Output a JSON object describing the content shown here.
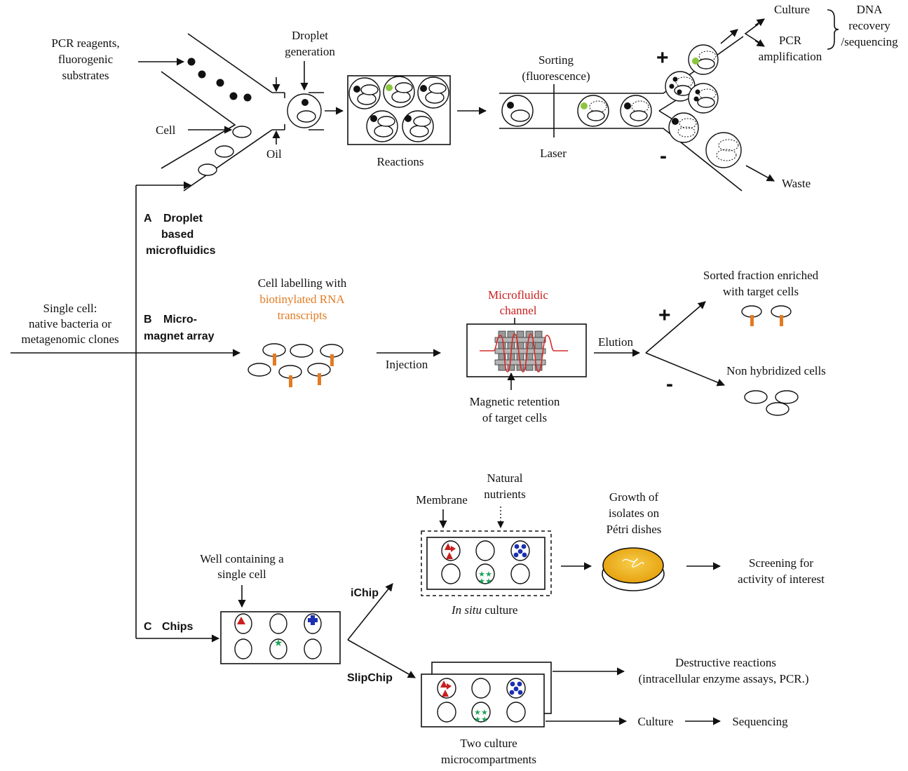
{
  "left": {
    "single_cell": [
      "Single cell:",
      "native bacteria or",
      "metagenomic clones"
    ]
  },
  "section_a": {
    "letter": "A",
    "title": [
      "Droplet",
      "based",
      "microfluidics"
    ],
    "pcr_reagents": [
      "PCR reagents,",
      "fluorogenic",
      "substrates"
    ],
    "droplet_generation": [
      "Droplet",
      "generation"
    ],
    "cell": "Cell",
    "oil": "Oil",
    "reactions": "Reactions",
    "sorting": [
      "Sorting",
      "(fluorescence)"
    ],
    "laser": "Laser",
    "plus": "+",
    "minus": "-",
    "culture": "Culture",
    "pcr_amp": [
      "PCR",
      "amplification"
    ],
    "dna": [
      "DNA",
      "recovery",
      "/sequencing"
    ],
    "waste": "Waste"
  },
  "section_b": {
    "letter": "B",
    "title": [
      "Micro-",
      "magnet array"
    ],
    "labelling_1": "Cell labelling with",
    "labelling_2": [
      "biotinylated RNA",
      "transcripts"
    ],
    "injection": "Injection",
    "channel": [
      "Microfluidic",
      "channel"
    ],
    "retention": [
      "Magnetic retention",
      "of target cells"
    ],
    "elution": "Elution",
    "plus": "+",
    "minus": "-",
    "sorted": [
      "Sorted fraction enriched",
      "with target cells"
    ],
    "non_hybridized": "Non hybridized cells"
  },
  "section_c": {
    "letter": "C",
    "title": "Chips",
    "well": [
      "Well containing a",
      "single cell"
    ],
    "ichip": "iChip",
    "slipchip": "SlipChip",
    "membrane": "Membrane",
    "nutrients": [
      "Natural",
      "nutrients"
    ],
    "insitu_italic": "In situ",
    "insitu_rest": " culture",
    "growth": [
      "Growth of",
      "isolates on",
      "Pétri dishes"
    ],
    "screening": [
      "Screening for",
      "activity of interest"
    ],
    "destructive": [
      "Destructive reactions",
      "(intracellular  enzyme assays, PCR.)"
    ],
    "culture": "Culture",
    "sequencing": "Sequencing",
    "two_culture": [
      "Two culture",
      "microcompartments"
    ]
  },
  "colors": {
    "green": "#8cc63f",
    "orange": "#e27b22",
    "red": "#c8201e",
    "blue": "#1c2fb0",
    "star_green": "#1fa35a",
    "dish_yellow": "#f2b21a"
  }
}
